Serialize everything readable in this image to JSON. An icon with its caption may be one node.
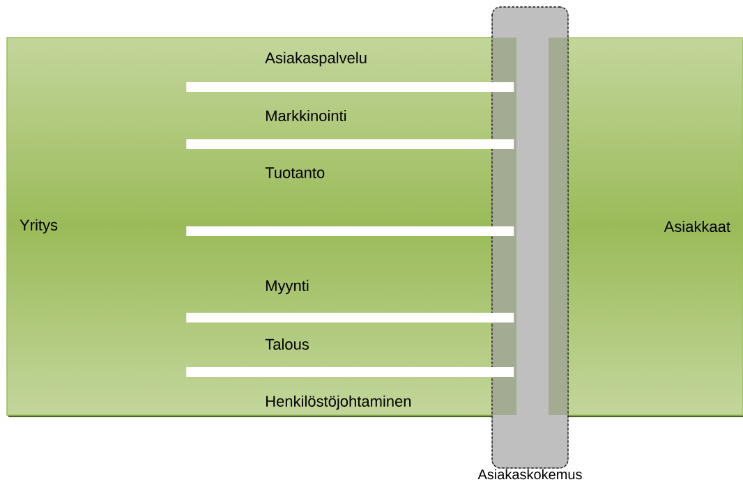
{
  "diagram": {
    "nodes": [
      {
        "text": [
          "Yritys"
        ]
      },
      {
        "text": [
          "Asiakkaat"
        ]
      },
      {
        "text": [
          "Asiakaskokemus"
        ]
      },
      {
        "text": [],
        "shape": "bar",
        "in": 0
      },
      {
        "text": [],
        "shape": "bar",
        "in": 0
      },
      {
        "text": [],
        "shape": "bar",
        "in": 0
      },
      {
        "text": [],
        "shape": "bar",
        "in": 0
      },
      {
        "text": [],
        "shape": "bar",
        "in": 0
      }
    ],
    "labels": [
      "Asiakaspalvelu",
      "Markkinointi",
      "Tuotanto",
      "Myynti",
      "Talous",
      "Henkilöstöjohtaminen"
    ]
  }
}
